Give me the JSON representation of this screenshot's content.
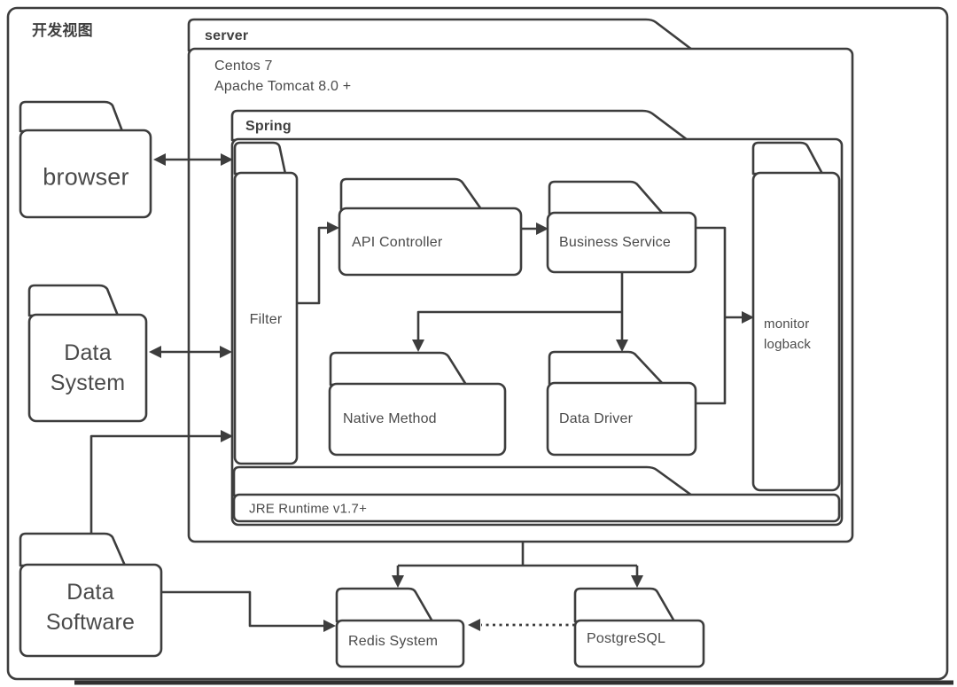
{
  "diagram_title": "开发视图",
  "colors": {
    "stroke": "#3d3d3d",
    "text": "#4a4a4a",
    "background": "#ffffff"
  },
  "nodes": {
    "browser": {
      "label": "browser"
    },
    "data_system": {
      "line1": "Data",
      "line2": "System"
    },
    "data_software": {
      "line1": "Data",
      "line2": "Software"
    },
    "server": {
      "title": "server",
      "env_line1": "Centos 7",
      "env_line2": "Apache Tomcat 8.0 +"
    },
    "spring": {
      "title": "Spring"
    },
    "filter": {
      "label": "Filter"
    },
    "api_controller": {
      "label": "API Controller"
    },
    "business_service": {
      "label": "Business Service"
    },
    "native_method": {
      "label": "Native Method"
    },
    "data_driver": {
      "label": "Data Driver"
    },
    "monitor": {
      "line1": "monitor",
      "line2": "logback"
    },
    "jre": {
      "label": "JRE Runtime v1.7+"
    },
    "redis": {
      "label": "Redis System"
    },
    "postgresql": {
      "label": "PostgreSQL"
    }
  },
  "edges": [
    {
      "from": "browser",
      "to": "Filter",
      "style": "solid",
      "arrows": "both"
    },
    {
      "from": "Data System",
      "to": "Filter",
      "style": "solid",
      "arrows": "both"
    },
    {
      "from": "Data Software",
      "to": "Spring",
      "style": "solid",
      "arrows": "end"
    },
    {
      "from": "Data Software",
      "to": "Redis System",
      "style": "solid",
      "arrows": "end"
    },
    {
      "from": "Filter",
      "to": "API Controller",
      "style": "solid",
      "arrows": "end"
    },
    {
      "from": "API Controller",
      "to": "Business Service",
      "style": "solid",
      "arrows": "end"
    },
    {
      "from": "Business Service",
      "to": "Data Driver",
      "style": "solid",
      "arrows": "end"
    },
    {
      "from": "Business Service",
      "to": "Native Method",
      "style": "solid",
      "arrows": "end"
    },
    {
      "from": "Business Service / Data Driver",
      "to": "monitor logback",
      "style": "solid",
      "arrows": "end"
    },
    {
      "from": "server",
      "to": "Redis System",
      "style": "solid",
      "arrows": "end"
    },
    {
      "from": "server",
      "to": "PostgreSQL",
      "style": "solid",
      "arrows": "end"
    },
    {
      "from": "PostgreSQL",
      "to": "Redis System",
      "style": "dotted",
      "arrows": "end"
    }
  ]
}
